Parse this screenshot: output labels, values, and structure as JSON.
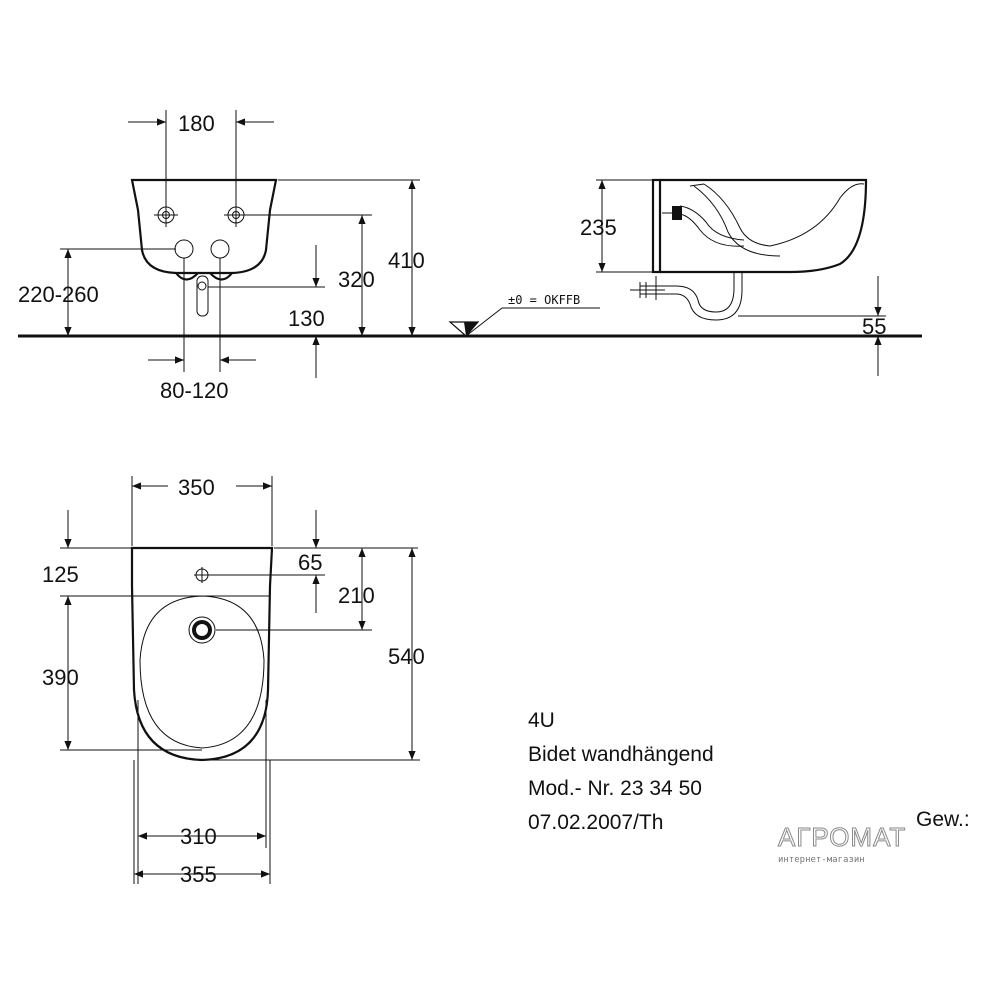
{
  "front_view": {
    "dim_width_holes": "180",
    "dim_total_height": "410",
    "dim_hole_height": "320",
    "dim_lower_holes": "220-260",
    "dim_drain_height": "130",
    "dim_drain_spacing": "80-120"
  },
  "side_view": {
    "dim_depth_height": "235",
    "dim_floor": "55",
    "floor_reference": "±0 = OKFFB"
  },
  "top_view": {
    "dim_top_width": "350",
    "dim_rim": "125",
    "dim_tap_offset": "65",
    "dim_tap_to_drain": "210",
    "dim_total_length": "540",
    "dim_bowl_length": "390",
    "dim_inner_width": "310",
    "dim_outer_width": "355"
  },
  "info": {
    "series": "4U",
    "product": "Bidet wandhängend",
    "model": "Mod.- Nr. 23 34 50",
    "date": "07.02.2007/Th",
    "weight_label": "Gew.:"
  },
  "watermark": {
    "brand": "АГРОМАТ",
    "sub": "интернет-магазин"
  }
}
